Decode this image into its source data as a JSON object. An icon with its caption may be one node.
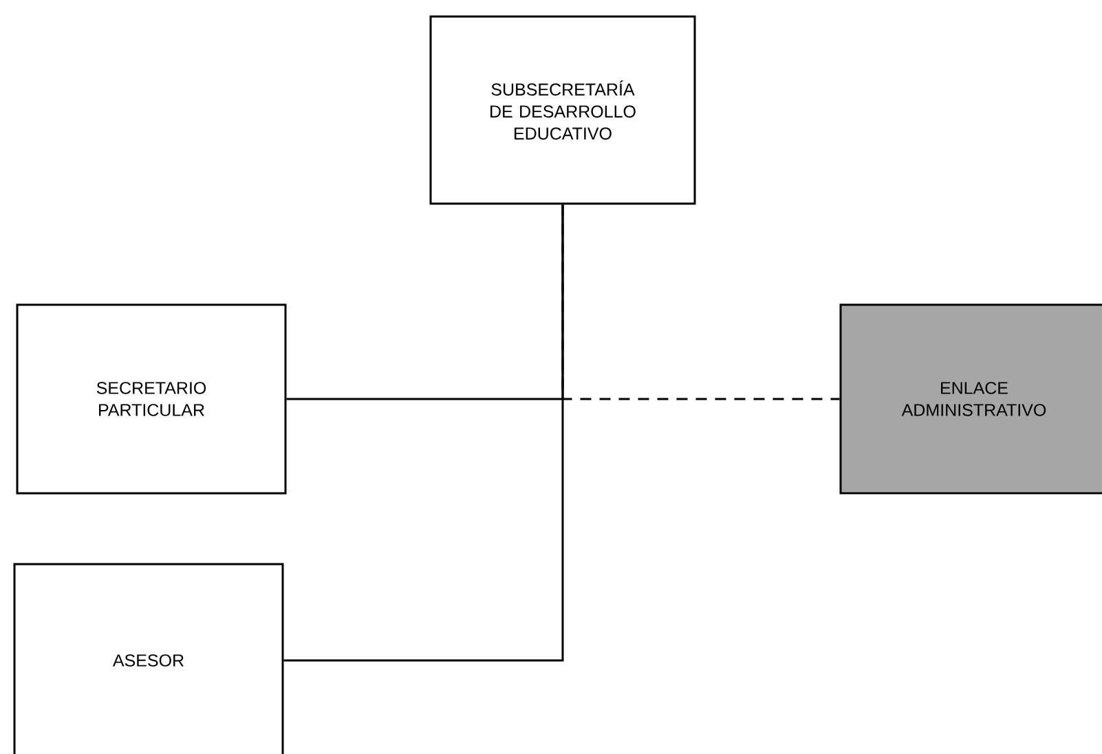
{
  "diagram": {
    "nodes": [
      {
        "text": [
          "SUBSECRETARÍA DE DESARROLLO EDUCATIVO"
        ]
      },
      {
        "text": [
          "SECRETARIO PARTICULAR"
        ]
      },
      {
        "text": [
          "ASESOR"
        ]
      },
      {
        "text": [
          "ENLACE ADMINISTRATIVO"
        ]
      }
    ],
    "edges": [
      {
        "from": 0,
        "to": 1,
        "arrow": "none"
      },
      {
        "from": 0,
        "to": 2,
        "arrow": "none"
      },
      {
        "from": 0,
        "to": 3,
        "arrow": "none",
        "style": "dashed"
      }
    ]
  }
}
